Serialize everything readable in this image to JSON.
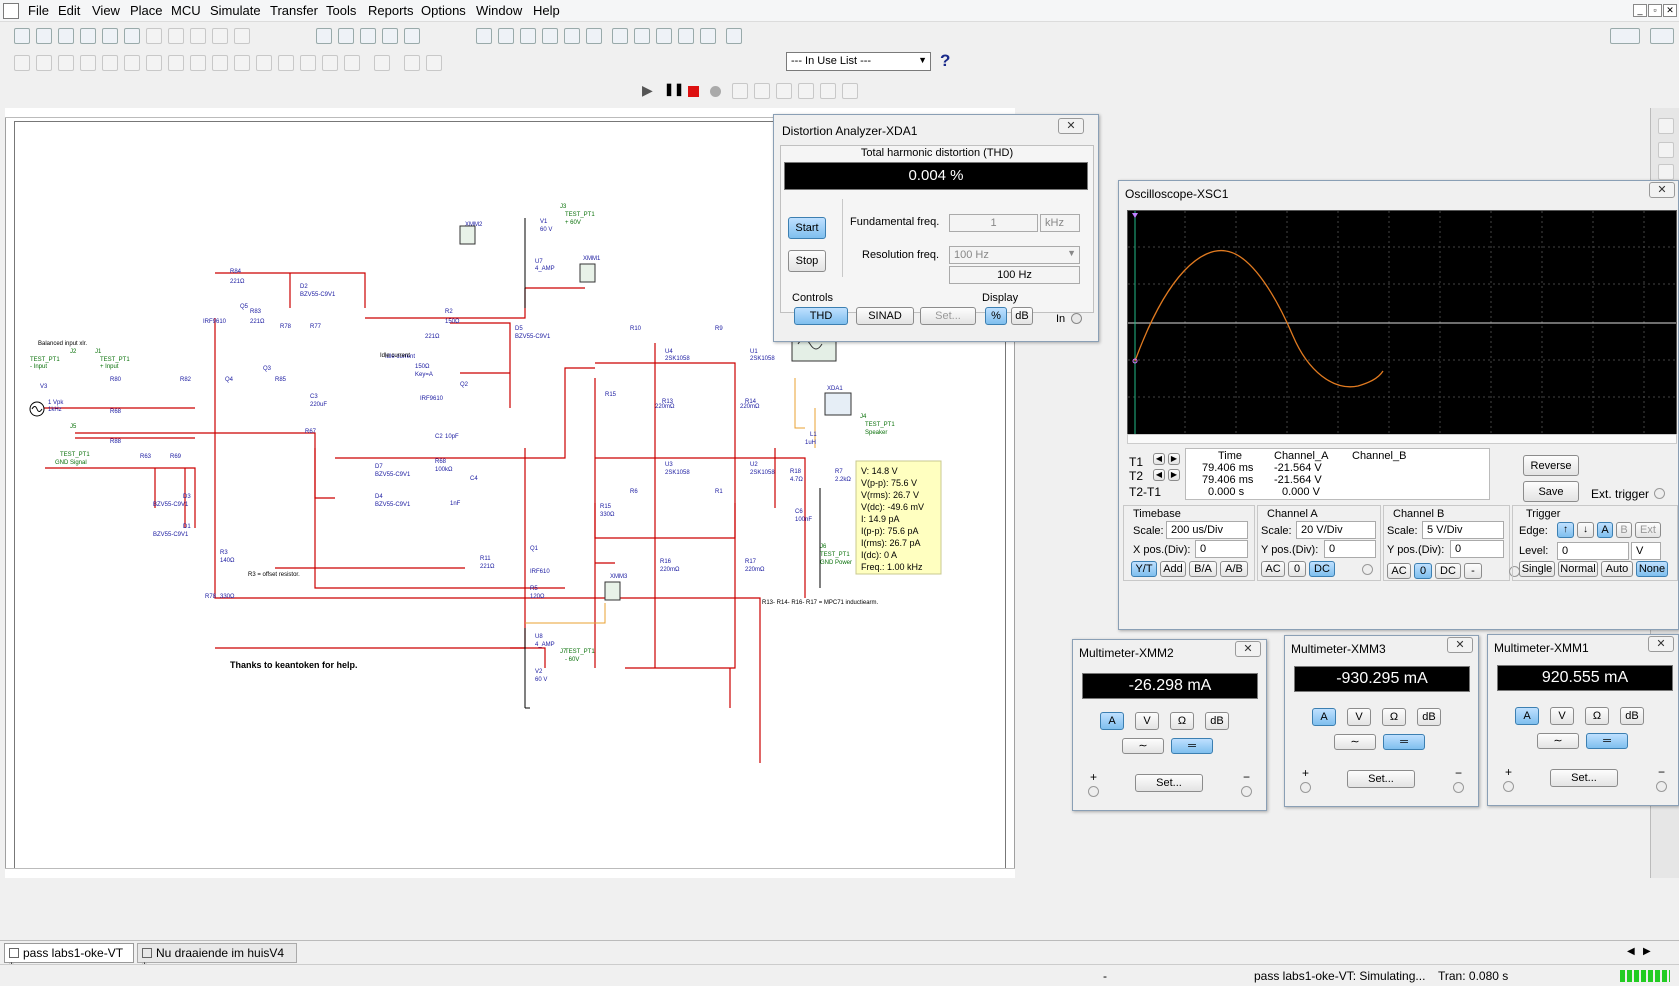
{
  "menu": [
    "File",
    "Edit",
    "View",
    "Place",
    "MCU",
    "Simulate",
    "Transfer",
    "Tools",
    "Reports",
    "Options",
    "Window",
    "Help"
  ],
  "inuse": "--- In Use List ---",
  "schematic": {
    "note_balanced": "Balanced input xlr.",
    "note_thanks": "Thanks to keantoken for help.",
    "note_offset": "R3 = offset resistor.",
    "note_idle": "Idle current",
    "note_mpc": "R13- R14- R16- R17 = MPC71 inductiearm.",
    "probe": [
      "V: 14.8 V",
      "V(p-p): 75.6 V",
      "V(rms): 26.7 V",
      "V(dc): -49.6 mV",
      "I: 14.9 pA",
      "I(p-p): 75.6 pA",
      "I(rms): 26.7 pA",
      "I(dc): 0 A",
      "Freq.: 1.00 kHz"
    ]
  },
  "xda": {
    "title": "Distortion Analyzer-XDA1",
    "thd_label": "Total harmonic distortion (THD)",
    "thd_value": "0.004 %",
    "start": "Start",
    "stop": "Stop",
    "fund_label": "Fundamental freq.",
    "fund_value": "1",
    "fund_unit": "kHz",
    "res_label": "Resolution freq.",
    "res_select": "100 Hz",
    "res_value": "100 Hz",
    "controls": "Controls",
    "display": "Display",
    "thd_btn": "THD",
    "sinad_btn": "SINAD",
    "set_btn": "Set...",
    "pct_btn": "%",
    "db_btn": "dB",
    "in_lbl": "In"
  },
  "osc": {
    "title": "Oscilloscope-XSC1",
    "t1": "T1",
    "t2": "T2",
    "t2t1": "T2-T1",
    "hdr": [
      "Time",
      "Channel_A",
      "Channel_B"
    ],
    "row1": [
      "79.406 ms",
      "-21.564 V",
      ""
    ],
    "row2": [
      "79.406 ms",
      "-21.564 V",
      ""
    ],
    "row3": [
      "0.000 s",
      "0.000 V",
      ""
    ],
    "reverse": "Reverse",
    "save": "Save",
    "ext": "Ext. trigger",
    "timebase": "Timebase",
    "tb_scale_lbl": "Scale:",
    "tb_scale": "200 us/Div",
    "tb_xpos_lbl": "X pos.(Div):",
    "tb_xpos": "0",
    "yt": "Y/T",
    "add": "Add",
    "ba": "B/A",
    "ab": "A/B",
    "cha": "Channel A",
    "cha_scale_lbl": "Scale:",
    "cha_scale": "20  V/Div",
    "cha_ypos_lbl": "Y pos.(Div):",
    "cha_ypos": "0",
    "ac": "AC",
    "zero": "0",
    "dc": "DC",
    "chb": "Channel B",
    "chb_scale_lbl": "Scale:",
    "chb_scale": "5  V/Div",
    "chb_ypos_lbl": "Y pos.(Div):",
    "chb_ypos": "0",
    "minus": "-",
    "trigger": "Trigger",
    "edge_lbl": "Edge:",
    "level_lbl": "Level:",
    "level": "0",
    "level_unit": "V",
    "a": "A",
    "b": "B",
    "extbtn": "Ext",
    "single": "Single",
    "normal": "Normal",
    "auto": "Auto",
    "none": "None"
  },
  "mm2": {
    "title": "Multimeter-XMM2",
    "value": "-26.298 mA"
  },
  "mm3": {
    "title": "Multimeter-XMM3",
    "value": "-930.295 mA"
  },
  "mm1": {
    "title": "Multimeter-XMM1",
    "value": "920.555 mA"
  },
  "mm_common": {
    "a": "A",
    "v": "V",
    "ohm": "Ω",
    "db": "dB",
    "set": "Set...",
    "plus": "+",
    "minus": "−"
  },
  "tabs": [
    "pass labs1-oke-VT *",
    "Nu draaiende im huisV4 *"
  ],
  "status": {
    "dash": "-",
    "file": "pass labs1-oke-VT: Simulating...",
    "tran": "Tran: 0.080 s"
  }
}
